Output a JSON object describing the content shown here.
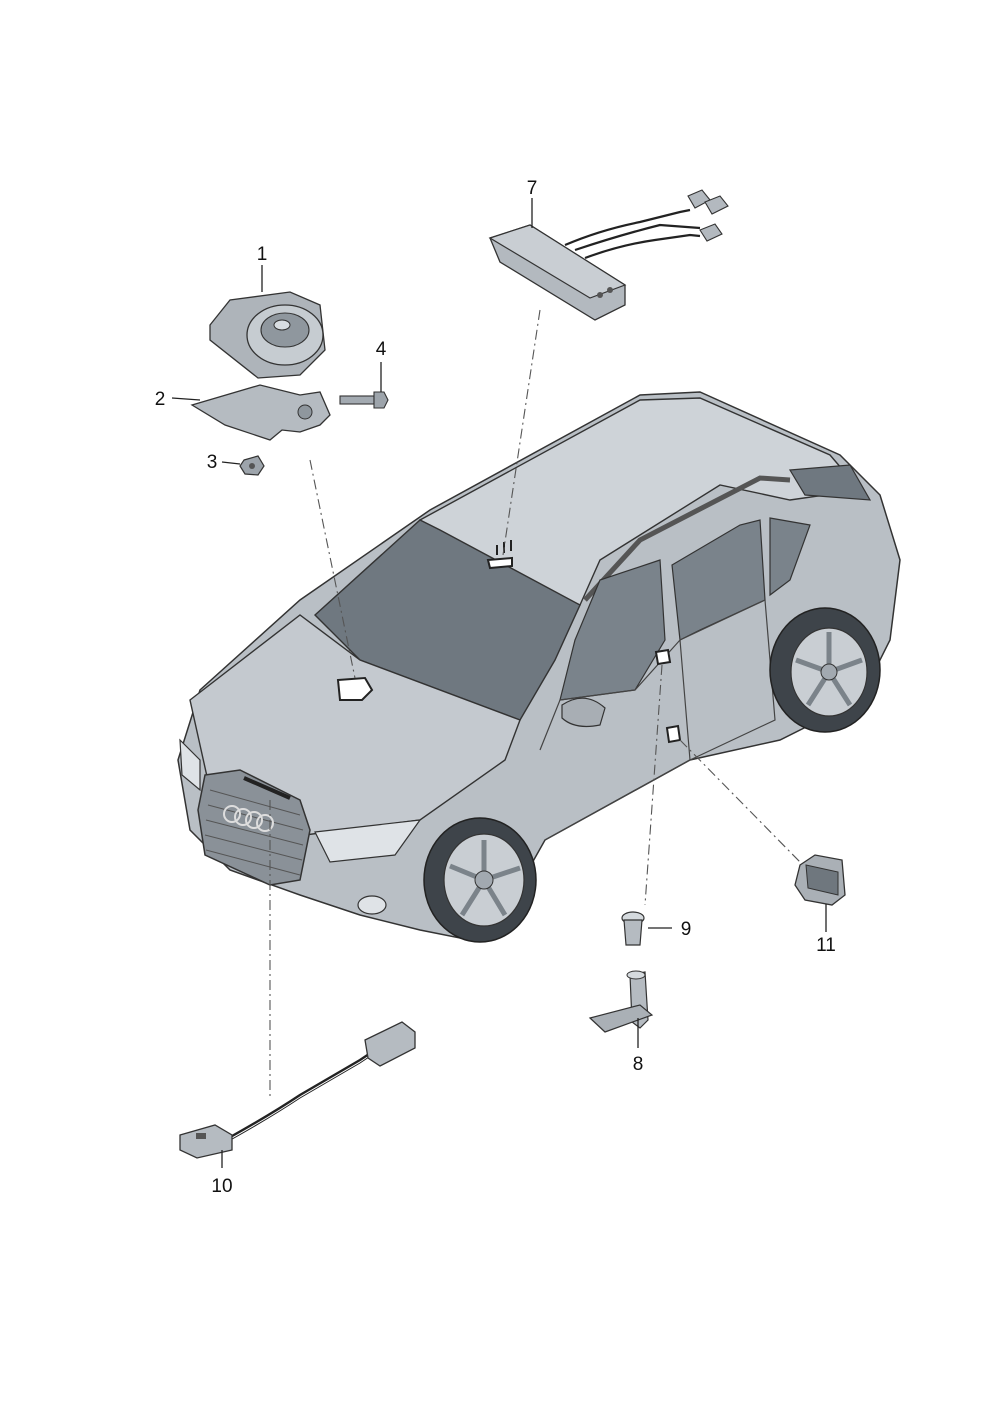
{
  "diagram": {
    "colors": {
      "car_body": "#c9ced4",
      "car_shadow": "#9ea6ae",
      "glass": "#6f7880",
      "part": "#b7bdc3",
      "part_dark": "#7e868d",
      "line": "#222222"
    },
    "callouts": [
      {
        "id": "part-1",
        "label": "1"
      },
      {
        "id": "part-2",
        "label": "2"
      },
      {
        "id": "part-3",
        "label": "3"
      },
      {
        "id": "part-4",
        "label": "4"
      },
      {
        "id": "part-7",
        "label": "7"
      },
      {
        "id": "part-8",
        "label": "8"
      },
      {
        "id": "part-9",
        "label": "9"
      },
      {
        "id": "part-10",
        "label": "10"
      },
      {
        "id": "part-11",
        "label": "11"
      }
    ]
  }
}
